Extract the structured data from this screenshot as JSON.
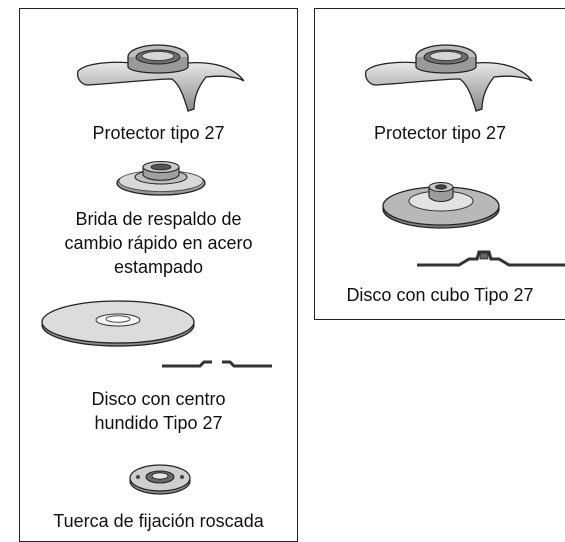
{
  "left_panel": {
    "guard_caption": "Protector tipo 27",
    "flange_caption": [
      "Brida de respaldo de",
      "cambio rápido en acero",
      "estampado"
    ],
    "disc_caption": [
      "Disco con centro",
      "hundido Tipo 27"
    ],
    "nut_caption": "Tuerca de fijación roscada"
  },
  "right_panel": {
    "guard_caption": "Protector tipo 27",
    "hub_disc_caption": "Disco con cubo Tipo 27"
  }
}
